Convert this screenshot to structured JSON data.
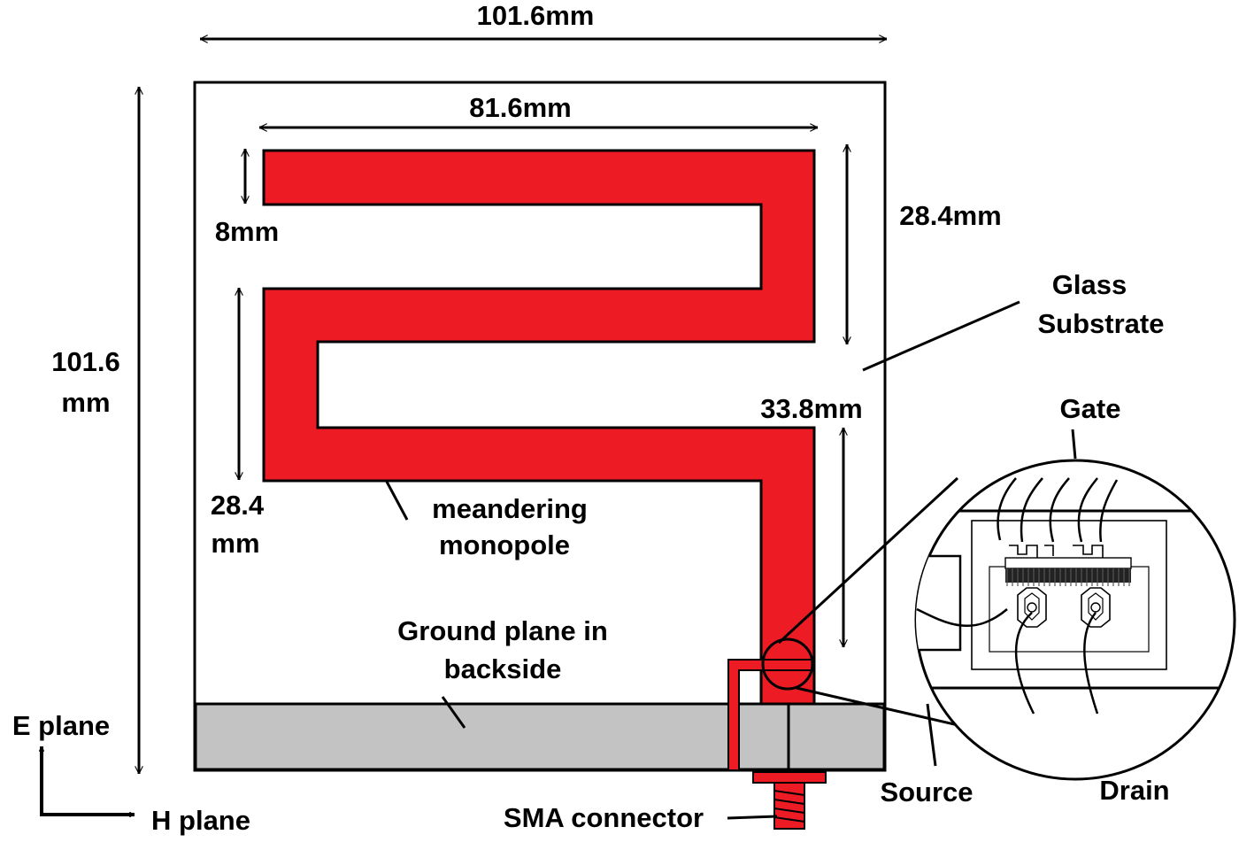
{
  "colors": {
    "antenna": "#ED1C24",
    "ground": "#C3C3C3",
    "outline": "#000000",
    "background": "#FFFFFF"
  },
  "labels": {
    "board_width": "101.6mm",
    "board_height_line1": "101.6",
    "board_height_line2": "mm",
    "meander_width": "81.6mm",
    "strip_width": "8mm",
    "upper_turn_height": "28.4mm",
    "lower_turn_height_line1": "28.4",
    "lower_turn_height_line2": "mm",
    "feed_height": "33.8mm",
    "substrate_line1": "Glass",
    "substrate_line2": "Substrate",
    "monopole_line1": "meandering",
    "monopole_line2": "monopole",
    "ground_line1": "Ground plane in",
    "ground_line2": "backside",
    "gate": "Gate",
    "source": "Source",
    "drain": "Drain",
    "sma": "SMA connector",
    "e_plane": "E plane",
    "h_plane": "H plane"
  }
}
